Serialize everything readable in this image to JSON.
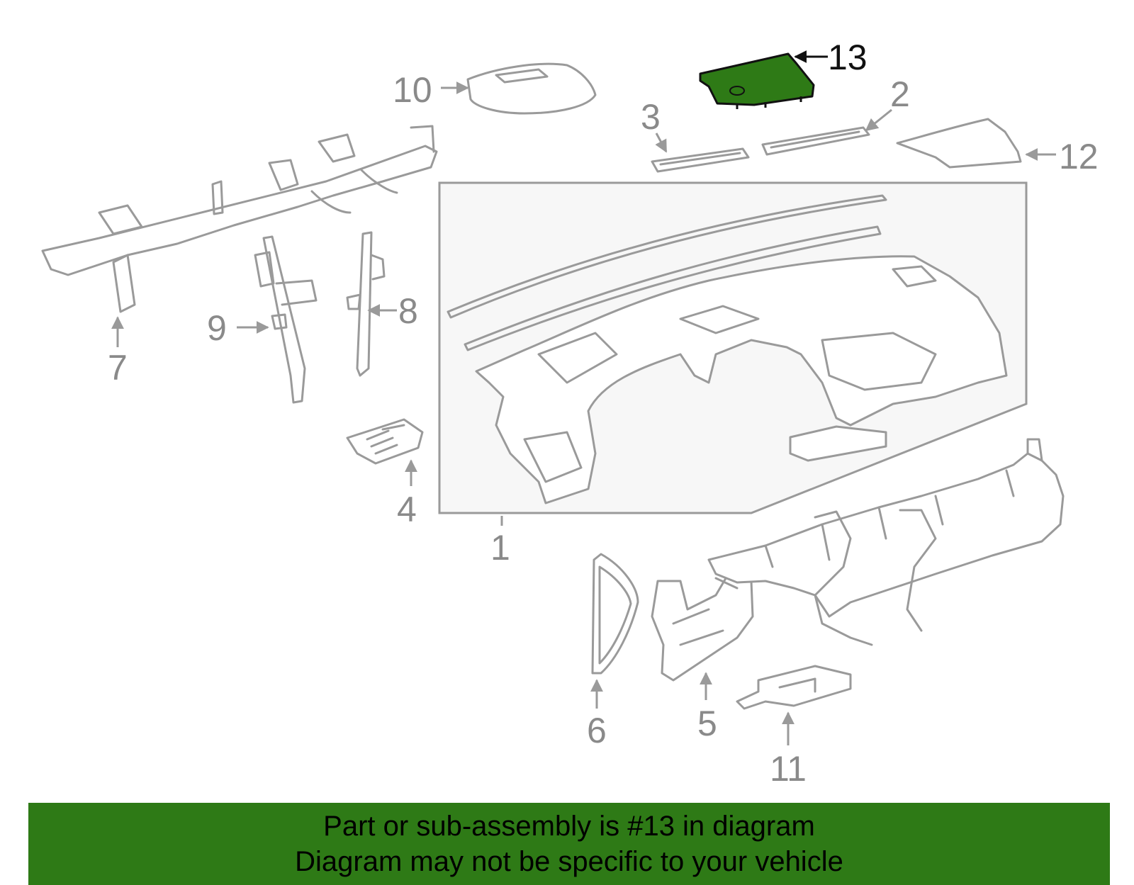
{
  "diagram": {
    "labels": [
      "1",
      "2",
      "3",
      "4",
      "5",
      "6",
      "7",
      "8",
      "9",
      "10",
      "11",
      "12",
      "13"
    ],
    "highlighted_label": "13",
    "highlight_color": "#2e7a16",
    "line_color": "#9a9a9a"
  },
  "footer": {
    "line1": "Part or sub-assembly is #13 in diagram",
    "line2": "Diagram may not be specific to your vehicle",
    "background": "#2e7a16"
  }
}
